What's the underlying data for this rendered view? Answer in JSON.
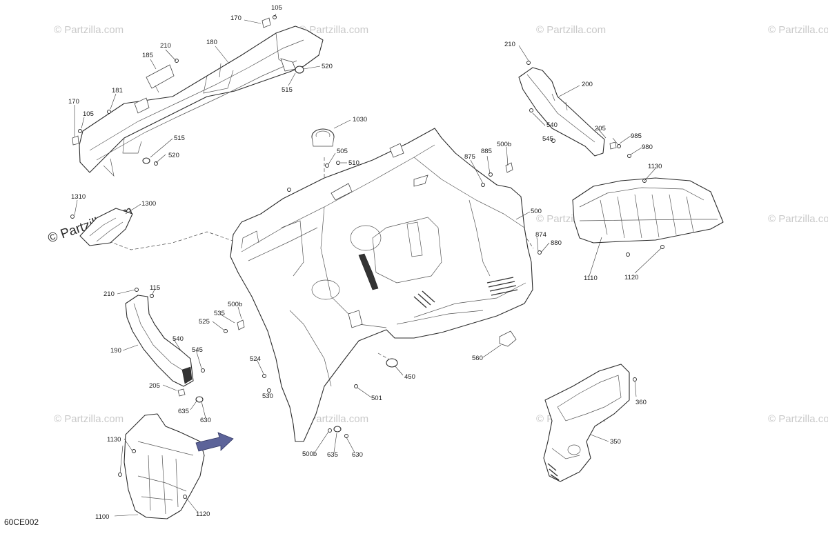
{
  "diagram": {
    "code": "60CE002",
    "watermark": "© Partzilla.com",
    "callouts": [
      "105",
      "170",
      "210",
      "185",
      "180",
      "520",
      "515",
      "181",
      "170",
      "105",
      "515",
      "520",
      "1310",
      "1300",
      "1030",
      "505",
      "510",
      "875",
      "885",
      "500b",
      "210",
      "200",
      "540",
      "205",
      "985",
      "545",
      "980",
      "1130",
      "500",
      "874",
      "880",
      "1110",
      "1120",
      "210",
      "115",
      "190",
      "540",
      "545",
      "205",
      "635",
      "630",
      "500b",
      "535",
      "525",
      "524",
      "530",
      "501",
      "450",
      "560",
      "1130",
      "1100",
      "1120",
      "500b",
      "635",
      "630",
      "360",
      "350"
    ]
  }
}
